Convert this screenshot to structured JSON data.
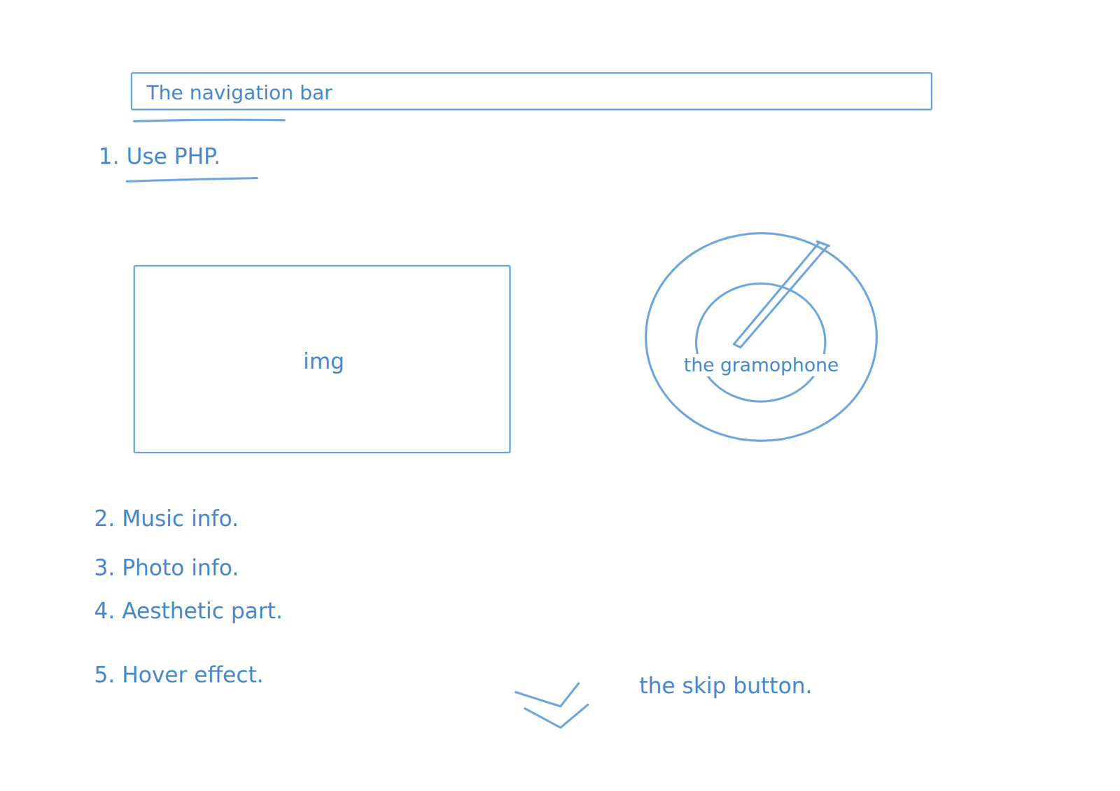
{
  "diagram": {
    "nodes": [
      {
        "text": [
          "The navigation bar"
        ]
      },
      {
        "text": [
          "img"
        ]
      },
      {
        "text": [
          "the gramophone"
        ]
      }
    ],
    "labels": [
      "1. Use PHP.",
      "2. Music info.",
      "3. Photo info.",
      "4. Aesthetic part.",
      "5. Hover effect.",
      "the skip button."
    ]
  }
}
